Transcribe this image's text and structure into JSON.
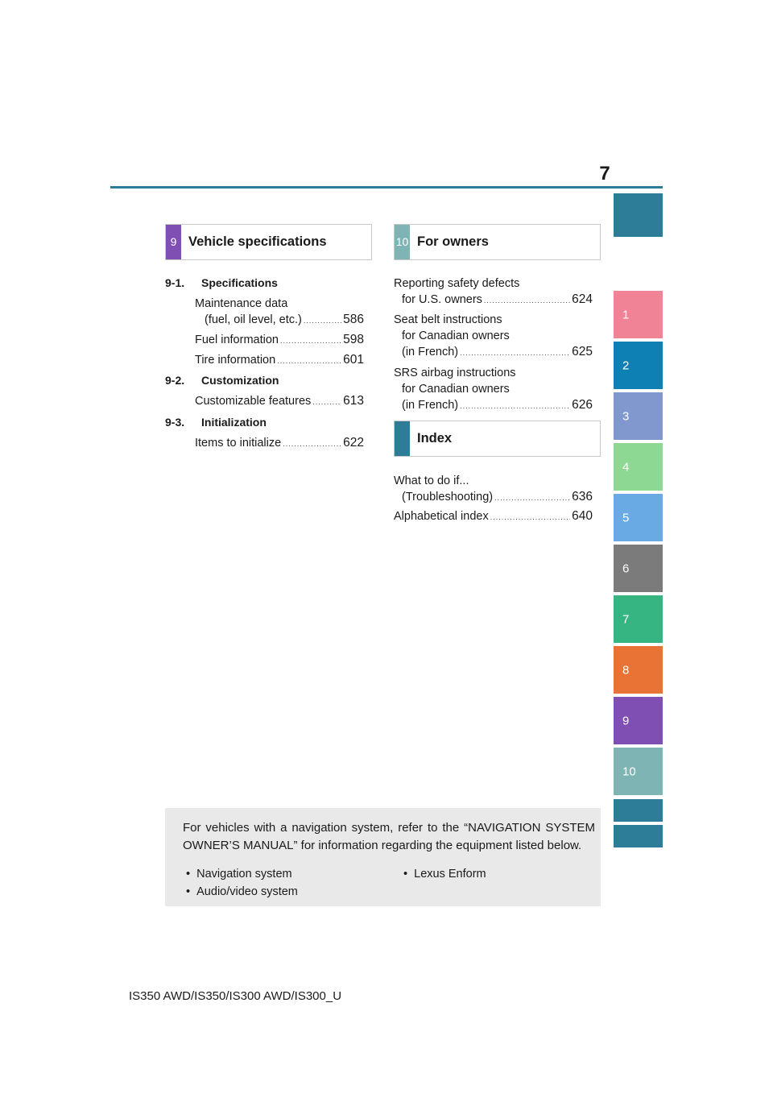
{
  "page_number": "7",
  "tabs": [
    "",
    "1",
    "2",
    "3",
    "4",
    "5",
    "6",
    "7",
    "8",
    "9",
    "10",
    "",
    ""
  ],
  "colors": {
    "rule": "#2d7d99",
    "section9": "#7f4fb3",
    "section10": "#7fb4b4",
    "index": "#2d7d99"
  },
  "section9": {
    "number": "9",
    "title": "Vehicle specifications",
    "groups": [
      {
        "code": "9-1.",
        "name": "Specifications",
        "entries": [
          {
            "lines": [
              "Maintenance data",
              "(fuel, oil level, etc.)"
            ],
            "page": "586"
          },
          {
            "lines": [
              "Fuel information"
            ],
            "page": "598"
          },
          {
            "lines": [
              "Tire information"
            ],
            "page": "601"
          }
        ]
      },
      {
        "code": "9-2.",
        "name": "Customization",
        "entries": [
          {
            "lines": [
              "Customizable features"
            ],
            "page": "613"
          }
        ]
      },
      {
        "code": "9-3.",
        "name": "Initialization",
        "entries": [
          {
            "lines": [
              "Items to initialize"
            ],
            "page": "622"
          }
        ]
      }
    ]
  },
  "section10": {
    "number": "10",
    "title": "For owners",
    "entries": [
      {
        "lines": [
          "Reporting safety defects",
          "for U.S. owners"
        ],
        "page": "624"
      },
      {
        "lines": [
          "Seat belt instructions",
          "for Canadian owners",
          "(in French)"
        ],
        "page": "625"
      },
      {
        "lines": [
          "SRS airbag instructions",
          "for Canadian owners",
          "(in French)"
        ],
        "page": "626"
      }
    ]
  },
  "index_section": {
    "title": "Index",
    "entries": [
      {
        "lines": [
          "What to do if...",
          "(Troubleshooting)"
        ],
        "page": "636"
      },
      {
        "lines": [
          "Alphabetical index"
        ],
        "page": "640"
      }
    ]
  },
  "note": {
    "text": "For vehicles with a navigation system, refer to the “NAVIGATION SYSTEM OWNER’S MANUAL” for information regarding the equipment listed below.",
    "bullets_left": [
      "Navigation system",
      "Audio/video system"
    ],
    "bullets_right": [
      "Lexus Enform"
    ],
    "bullet_symbol": "•"
  },
  "footer": "IS350 AWD/IS350/IS300 AWD/IS300_U"
}
